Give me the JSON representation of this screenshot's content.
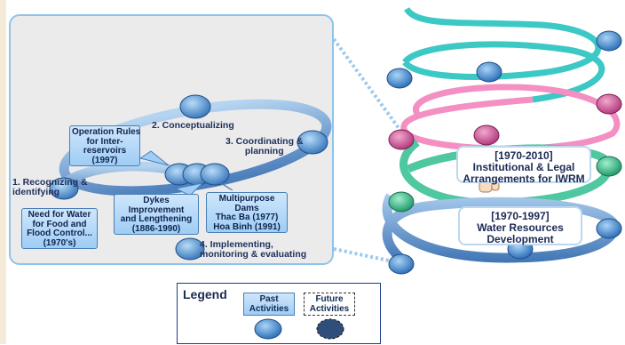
{
  "steps": {
    "recognizing": "1. Recognizing &\nidentifying",
    "conceptualizing": "2. Conceptualizing",
    "coordinating": "3. Coordinating &\nplanning",
    "implementing": "4. Implementing,\nmonitoring & evaluating"
  },
  "callouts": {
    "need_water": "Need for Water\nfor Food and\nFlood Control...\n(1970's)",
    "operation_rules": "Operation Rules\nfor Inter-\nreservoirs\n(1997)",
    "dykes": "Dykes\nImprovement\nand Lengthening\n(1886-1990)",
    "dams": "Multipurpose\nDams\nThac Ba (1977)\nHoa Binh (1991)"
  },
  "phases": {
    "iwrm_years": "[1970-2010]",
    "iwrm_title": "Institutional & Legal\nArrangements for IWRM",
    "wrd_years": "[1970-1997]",
    "wrd_title": "Water Resources\nDevelopment"
  },
  "legend": {
    "title": "Legend",
    "past": "Past\nActivities",
    "future": "Future\nActivities"
  },
  "colors": {
    "blue_ring": "#5b8fcc",
    "teal_ring": "#3cc8c4",
    "pink_ring": "#f48fc3",
    "green_ring": "#4fc7a0",
    "past_node": "#5a93d1",
    "pink_node": "#d6559a",
    "green_node": "#3dbf8a"
  }
}
